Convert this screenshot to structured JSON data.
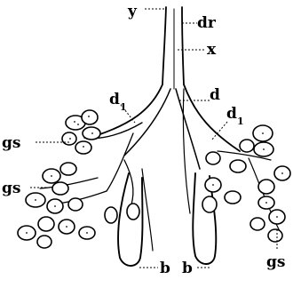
{
  "labels": {
    "y": "y",
    "dr": "dr",
    "x": "x",
    "d": "d",
    "d1_left": "d",
    "d1_left_sub": "1",
    "d1_right": "d",
    "d1_right_sub": "1",
    "gs_upper_left": "gs",
    "gs_lower_left": "gs",
    "gs_right": "gs",
    "b_left": "b",
    "b_right": "b"
  },
  "colors": {
    "ink": "#000000",
    "paper": "#ffffff"
  }
}
